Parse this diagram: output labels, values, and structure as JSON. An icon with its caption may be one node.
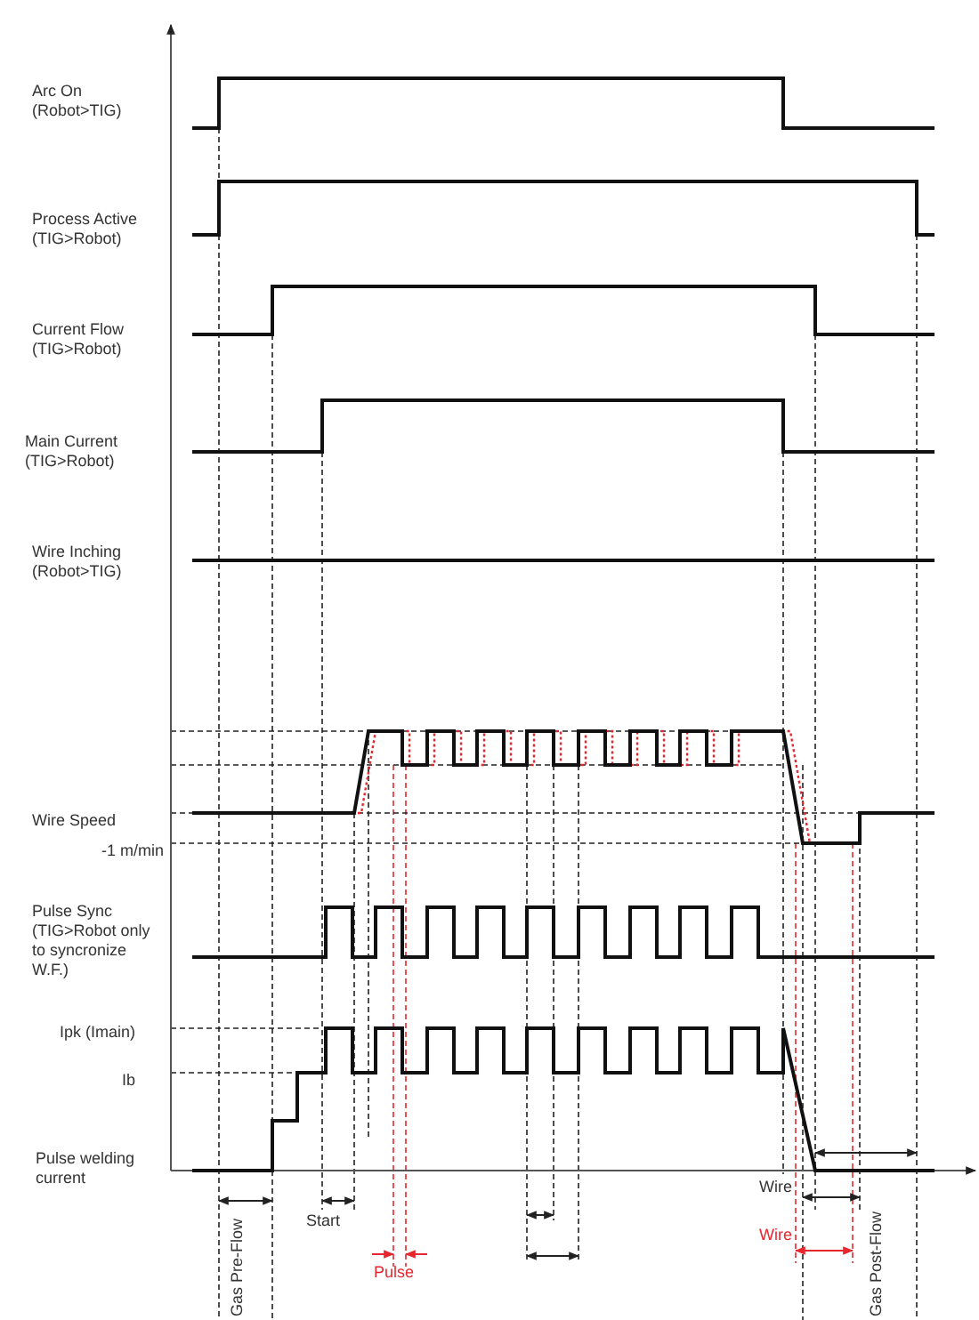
{
  "diagram": {
    "labels": [
      "Arc On (Robot>TIG)",
      "Process Active (TIG>Robot)",
      "Current Flow (TIG>Robot)",
      "Main Current (TIG>Robot)",
      "Wire Inching (Robot>TIG)",
      "Wire Speed",
      "-1 m/min",
      "Pulse Sync (TIG>Robot only to syncronize W.F.)",
      "Ipk (Imain)",
      "Ib",
      "Pulse welding current",
      "Wire",
      "Start",
      "Wire",
      "Pulse",
      "Gas Pre-Flow",
      "Gas Post-Flow"
    ]
  }
}
